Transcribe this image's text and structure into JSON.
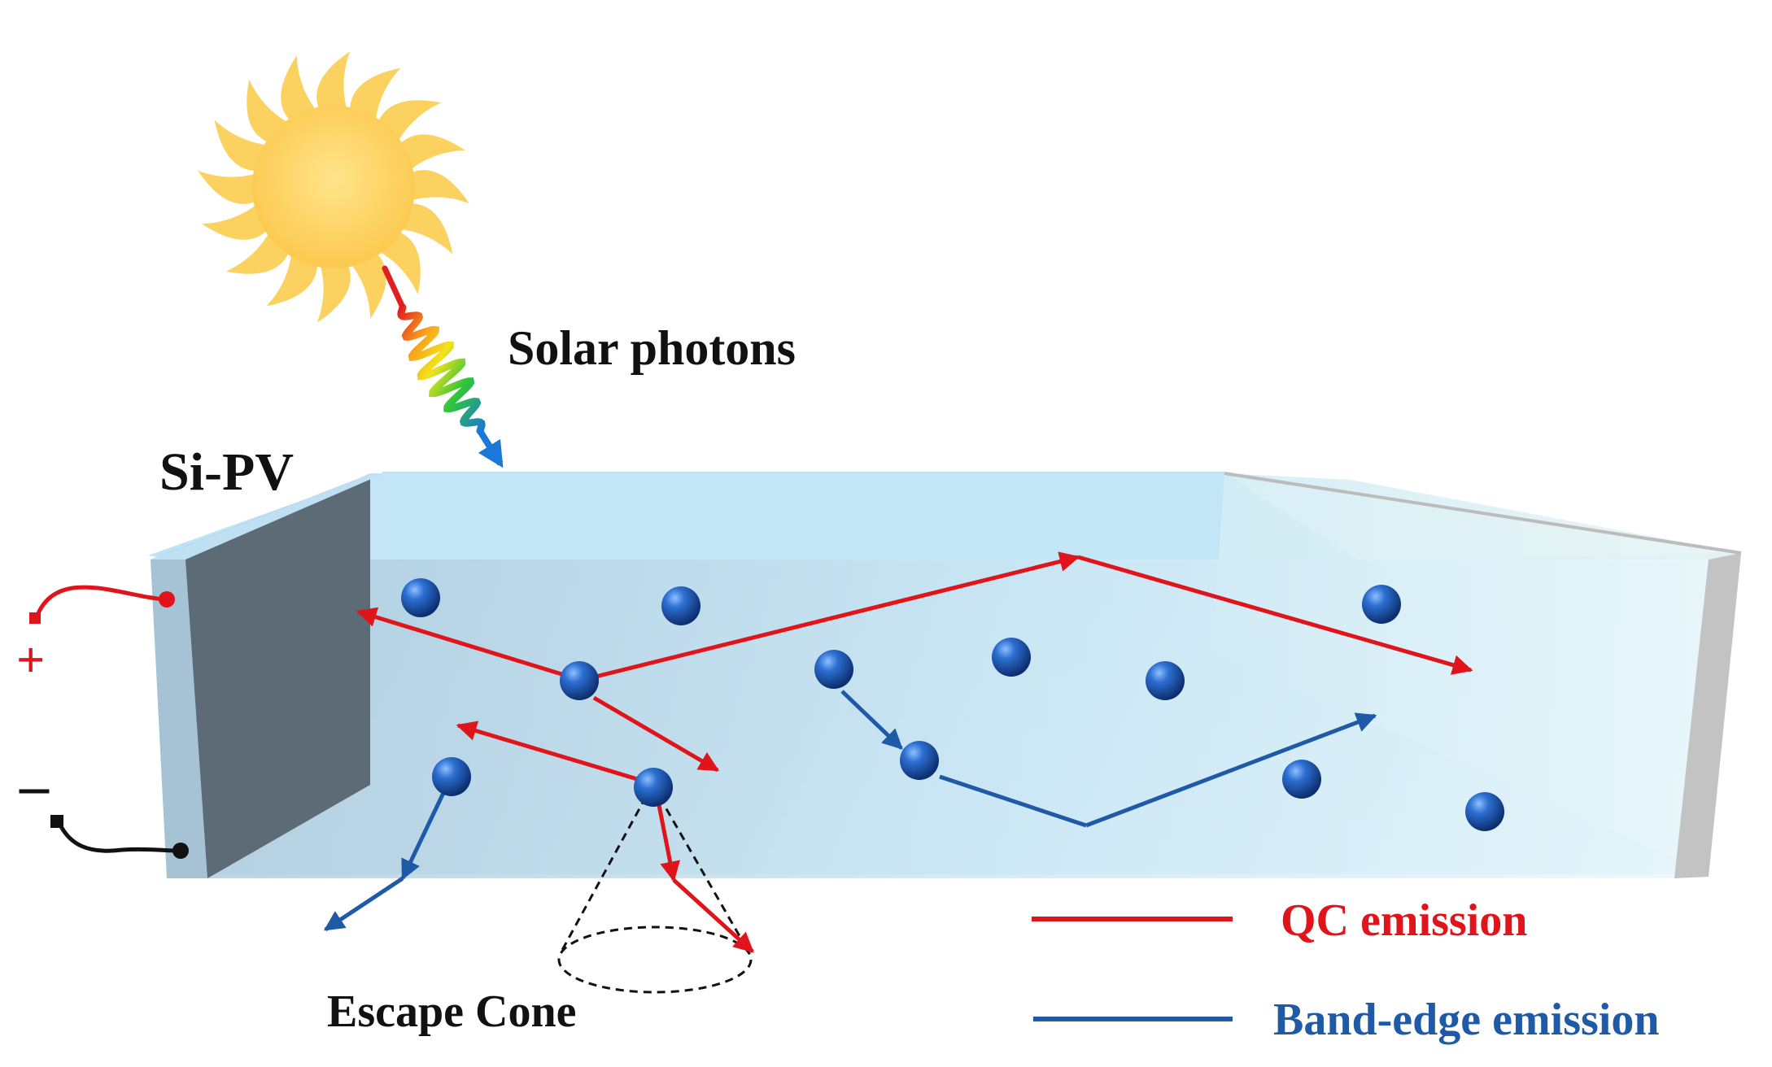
{
  "labels": {
    "solar_photons": "Solar photons",
    "si_pv": "Si-PV",
    "plus": "+",
    "minus": "–",
    "escape_cone": "Escape Cone"
  },
  "legend": {
    "qc": "QC emission",
    "band_edge": "Band-edge emission"
  },
  "colors": {
    "qc": "#e0151b",
    "band_edge": "#1f5aa6",
    "sun": "#fdd36a",
    "glass_top": "#c6e7f7",
    "glass_front": "#b4d4e6",
    "pv_panel": "#5f6e78"
  }
}
